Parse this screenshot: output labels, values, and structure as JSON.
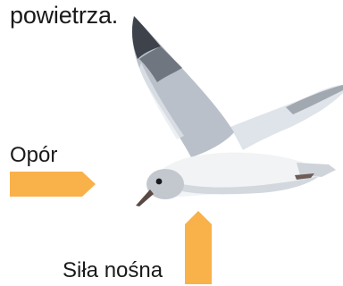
{
  "caption": {
    "text": "powietrza."
  },
  "labels": {
    "drag": "Opór",
    "lift": "Siła nośna"
  },
  "colors": {
    "arrow": "#f9b14a",
    "text": "#1a1a1a"
  },
  "illustration": {
    "subject": "seagull-in-flight"
  }
}
